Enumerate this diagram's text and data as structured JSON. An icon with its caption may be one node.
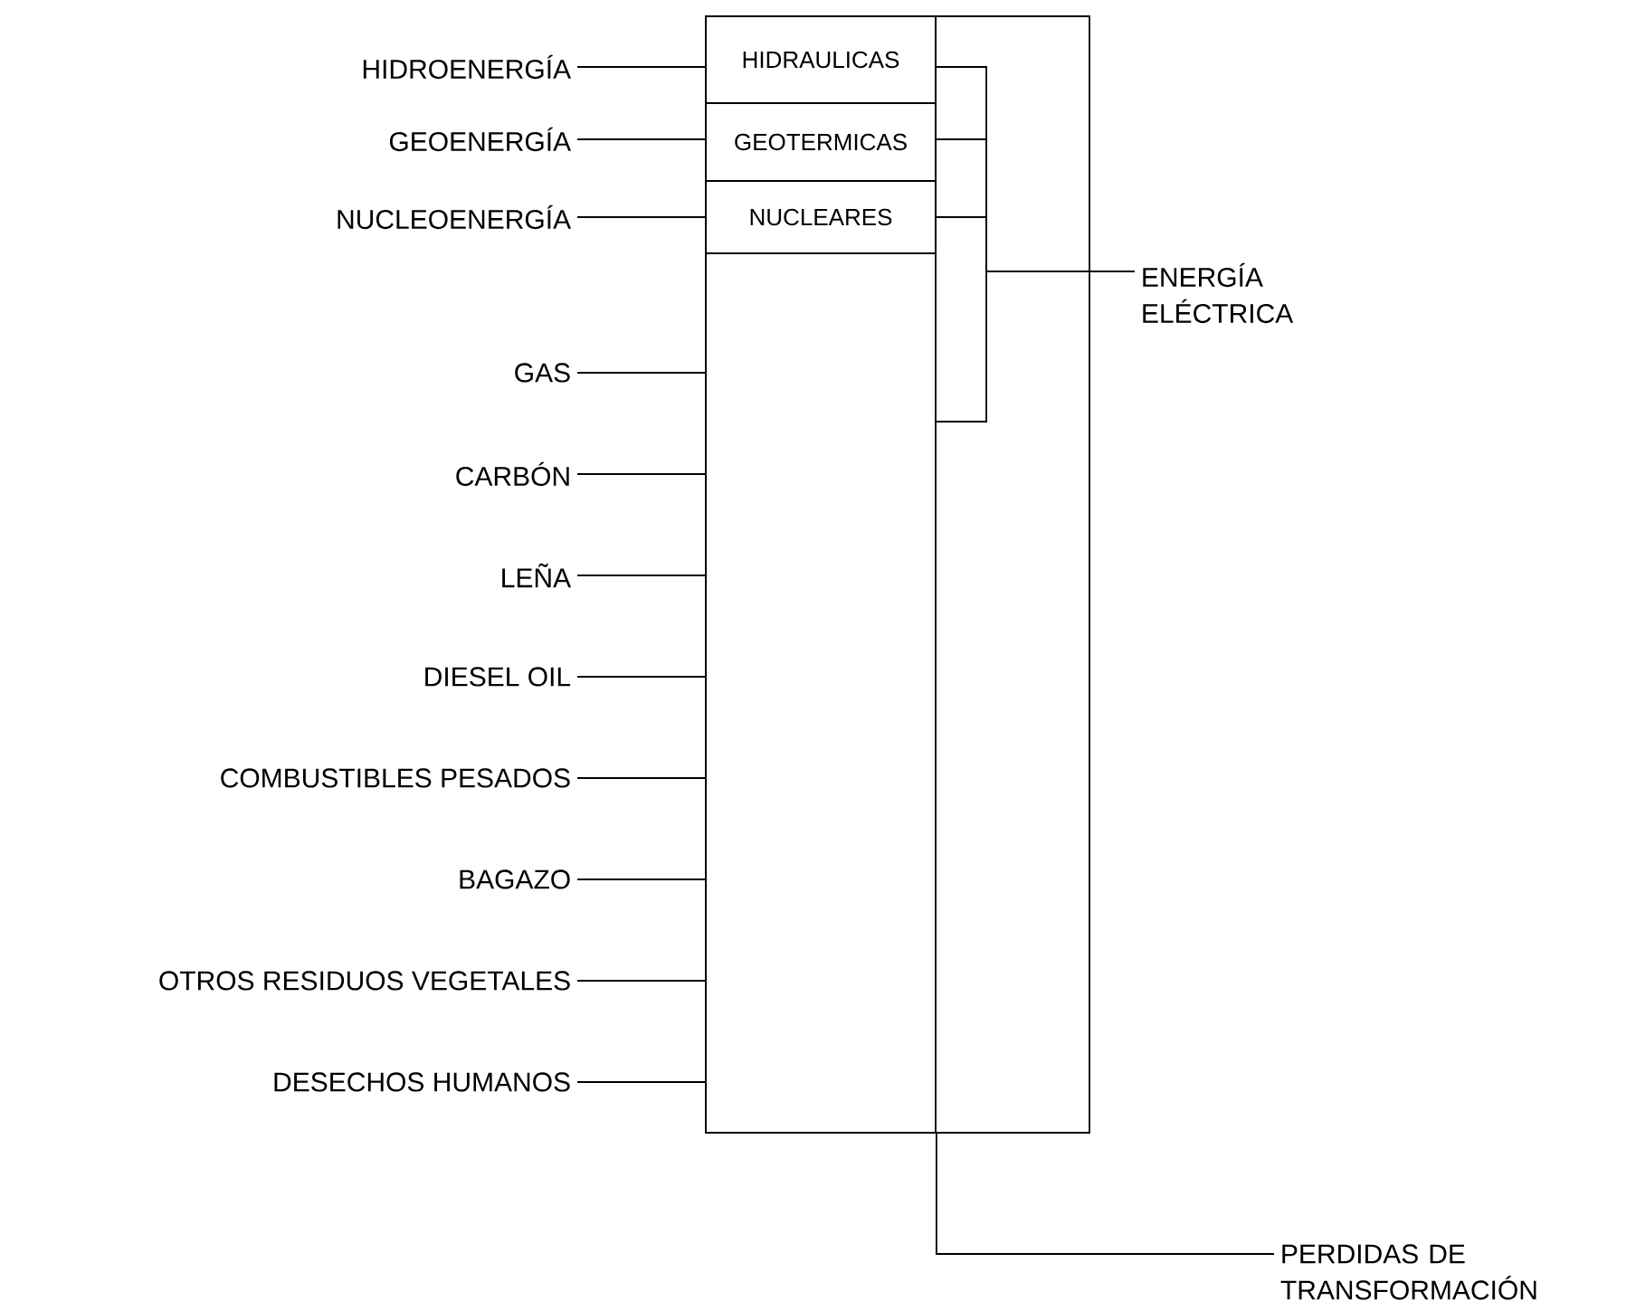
{
  "diagram": {
    "nodes": [
      {
        "text": [],
        "shape": "box"
      },
      {
        "text": [],
        "shape": "box",
        "in": 0
      },
      {
        "text": [
          "HIDRAULICAS"
        ],
        "in": 1
      },
      {
        "text": [
          "GEOTERMICAS"
        ],
        "in": 1
      },
      {
        "text": [
          "NUCLEARES"
        ],
        "in": 1
      },
      {
        "text": [
          "HIDROENERGÍA"
        ]
      },
      {
        "text": [
          "GEOENERGÍA"
        ]
      },
      {
        "text": [
          "NUCLEOENERGÍA"
        ]
      },
      {
        "text": [
          "GAS"
        ]
      },
      {
        "text": [
          "CARBÓN"
        ]
      },
      {
        "text": [
          "LEÑA"
        ]
      },
      {
        "text": [
          "DIESEL OIL"
        ]
      },
      {
        "text": [
          "COMBUSTIBLES PESADOS"
        ]
      },
      {
        "text": [
          "BAGAZO"
        ]
      },
      {
        "text": [
          "OTROS RESIDUOS VEGETALES"
        ]
      },
      {
        "text": [
          "DESECHOS HUMANOS"
        ]
      },
      {
        "text": [
          "ENERGÍA ELÉCTRICA"
        ]
      },
      {
        "text": [
          "PERDIDAS DE TRANSFORMACIÓN"
        ]
      }
    ],
    "edges": [
      {
        "from": 5,
        "to": 2,
        "arrow": "none"
      },
      {
        "from": 6,
        "to": 3,
        "arrow": "none"
      },
      {
        "from": 7,
        "to": 4,
        "arrow": "none"
      },
      {
        "from": 8,
        "to": 1,
        "arrow": "none"
      },
      {
        "from": 9,
        "to": 1,
        "arrow": "none"
      },
      {
        "from": 10,
        "to": 1,
        "arrow": "none"
      },
      {
        "from": 11,
        "to": 1,
        "arrow": "none"
      },
      {
        "from": 12,
        "to": 1,
        "arrow": "none"
      },
      {
        "from": 13,
        "to": 1,
        "arrow": "none"
      },
      {
        "from": 14,
        "to": 1,
        "arrow": "none"
      },
      {
        "from": 15,
        "to": 1,
        "arrow": "none"
      },
      {
        "from": 2,
        "to": 16,
        "arrow": "none"
      },
      {
        "from": 3,
        "to": 16,
        "arrow": "none"
      },
      {
        "from": 4,
        "to": 16,
        "arrow": "none"
      },
      {
        "from": 1,
        "to": 16,
        "arrow": "none"
      },
      {
        "from": 1,
        "to": 17,
        "arrow": "none"
      }
    ]
  }
}
